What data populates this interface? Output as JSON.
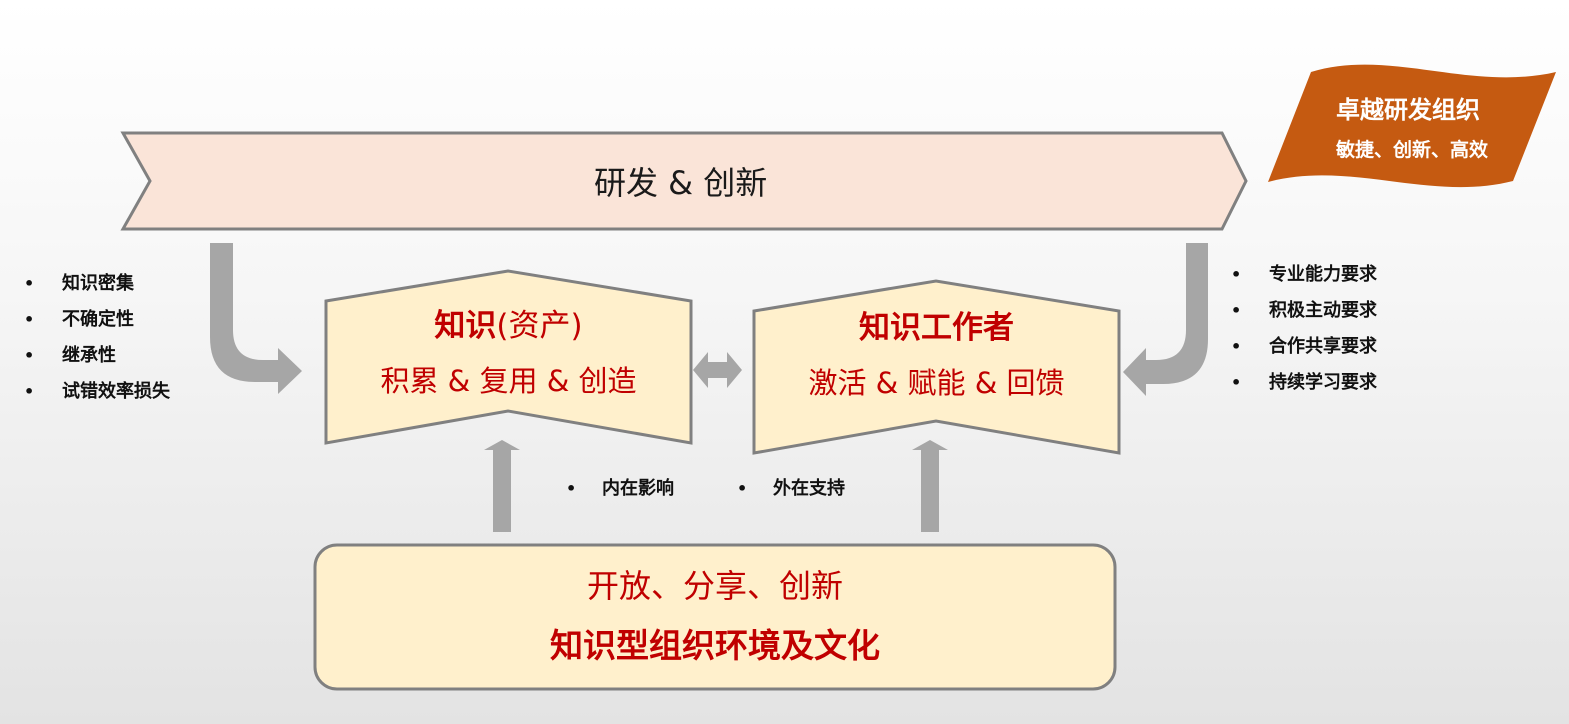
{
  "top_banner": {
    "label": "研发 & 创新"
  },
  "flag": {
    "title": "卓越研发组织",
    "subtitle": "敏捷、创新、高效",
    "color": "#c55a11"
  },
  "left_factors": [
    "知识密集",
    "不确定性",
    "继承性",
    "试错效率损失"
  ],
  "right_factors": [
    "专业能力要求",
    "积极主动要求",
    "合作共享要求",
    "持续学习要求"
  ],
  "knowledge_box": {
    "title": "知识",
    "title_suffix": "(资产)",
    "subtitle": "积累 & 复用 & 创造"
  },
  "worker_box": {
    "title": "知识工作者",
    "subtitle": "激活 & 赋能 & 回馈"
  },
  "influences": {
    "inner": "内在影响",
    "outer": "外在支持"
  },
  "culture_box": {
    "line1": "开放、分享、创新",
    "line2": "知识型组织环境及文化"
  },
  "colors": {
    "banner_fill": "#fae4d8",
    "box_fill": "#fff0cc",
    "border": "#808080",
    "arrow": "#a6a6a6",
    "accent_red": "#c00000"
  }
}
